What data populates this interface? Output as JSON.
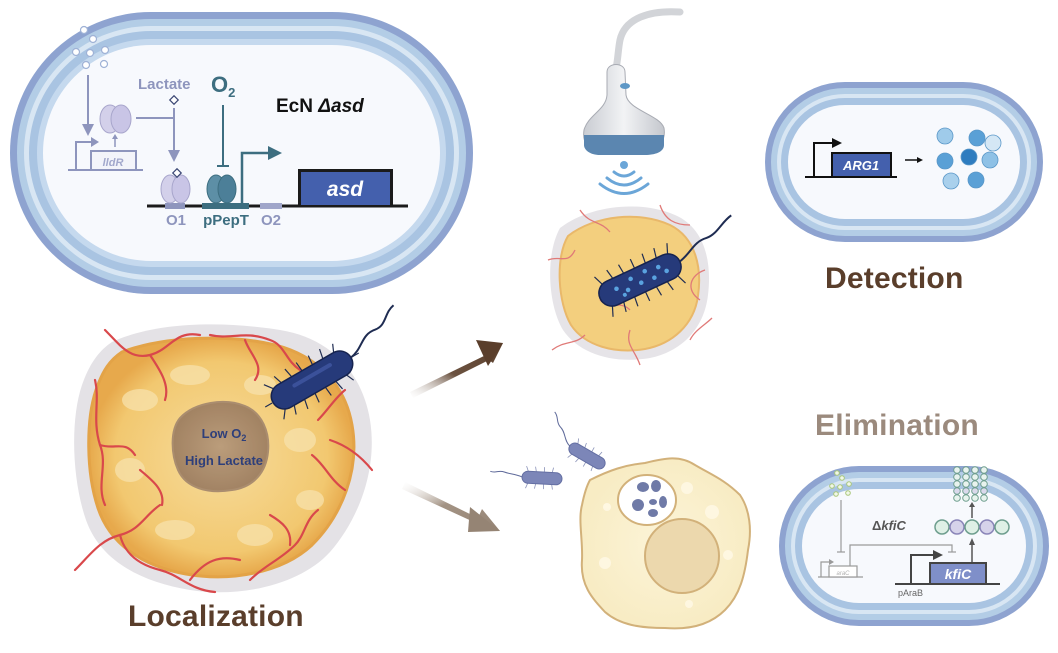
{
  "figure": {
    "sections": {
      "localization": {
        "title": "Localization",
        "tumor_core_line1": "Low O₂",
        "tumor_core_line2": "High Lactate"
      },
      "detection": {
        "title": "Detection",
        "gene": "ARG1"
      },
      "elimination": {
        "title": "Elimination",
        "deletion_label": "ΔkfiC",
        "gene": "kfiC",
        "promoter": "pAraB",
        "regulator": "araC"
      }
    },
    "strain_cell": {
      "strain_label": "EcN Δasd",
      "strain_name": "EcN ",
      "strain_deletion": "Δasd",
      "inducer_lactate": "Lactate",
      "inducer_o2": "O₂",
      "regulator_gene": "lldR",
      "operator_1": "O1",
      "promoter": "pPepT",
      "operator_2": "O2",
      "essential_gene": "asd"
    },
    "colors": {
      "brown_title": "#5a3e2b",
      "elim_title": "#9b8a7d",
      "membrane_outer": "#8ea3d0",
      "membrane_mid": "#b3cde6",
      "cytoplasm": "#f7f9fd",
      "gene_box": "#4460ad",
      "teal": "#3d6e80",
      "lavender": "#8e95bd",
      "tumor_yellow": "#f3cf7e",
      "vessel_red": "#d9484b",
      "bacterium_navy": "#263a7a"
    }
  }
}
